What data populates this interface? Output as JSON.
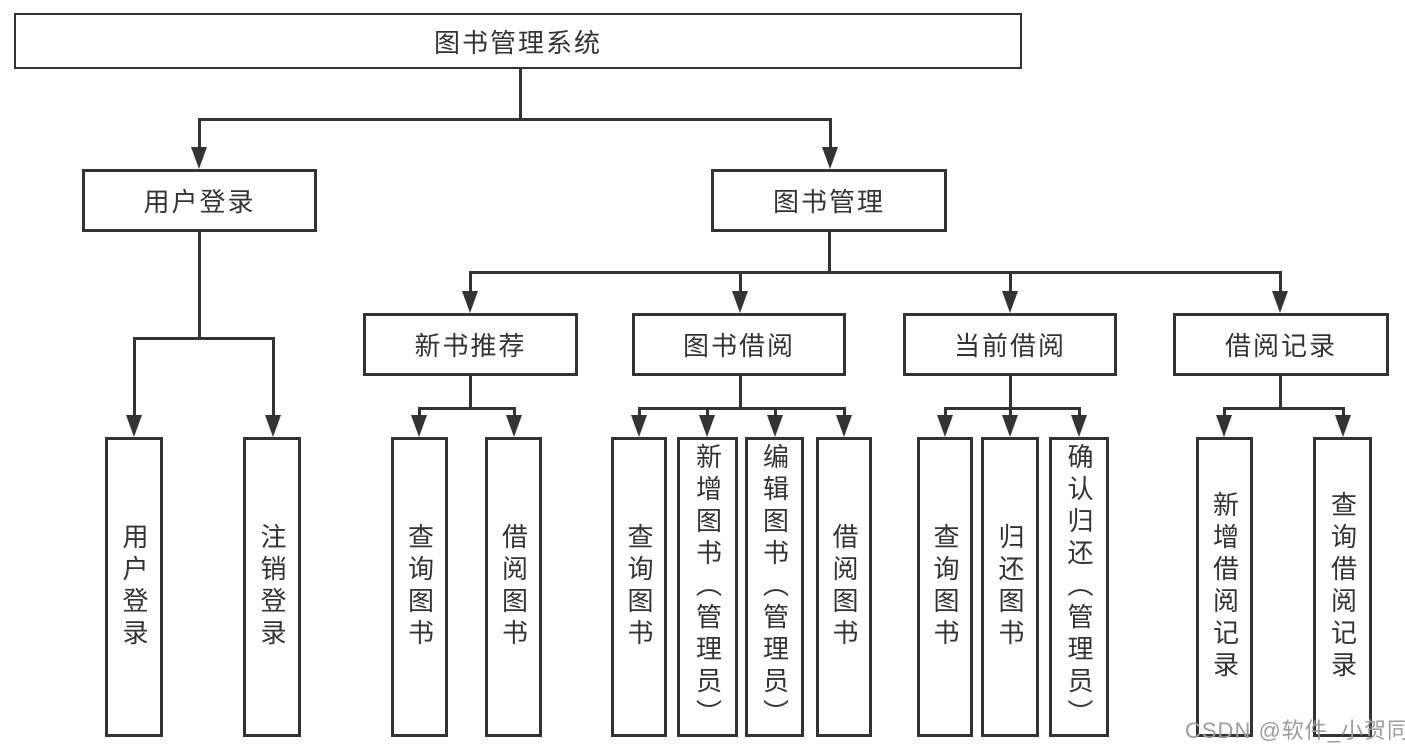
{
  "title": "图书管理系统",
  "branches": [
    {
      "label": "用户登录",
      "children": [
        "用户登录",
        "注销登录"
      ]
    },
    {
      "label": "图书管理",
      "modules": [
        {
          "label": "新书推荐",
          "children": [
            "查询图书",
            "借阅图书"
          ]
        },
        {
          "label": "图书借阅",
          "children": [
            "查询图书",
            "新增图书（管理员）",
            "编辑图书（管理员）",
            "借阅图书"
          ]
        },
        {
          "label": "当前借阅",
          "children": [
            "查询图书",
            "归还图书",
            "确认归还（管理员）"
          ]
        },
        {
          "label": "借阅记录",
          "children": [
            "新增借阅记录",
            "查询借阅记录"
          ]
        }
      ]
    }
  ],
  "watermark": "CSDN @软件_小贺同学",
  "colors": {
    "line": "#333333",
    "text": "#333333",
    "box_fill": "#ffffff",
    "watermark": "#9c9c9c",
    "background": "#ffffff"
  }
}
